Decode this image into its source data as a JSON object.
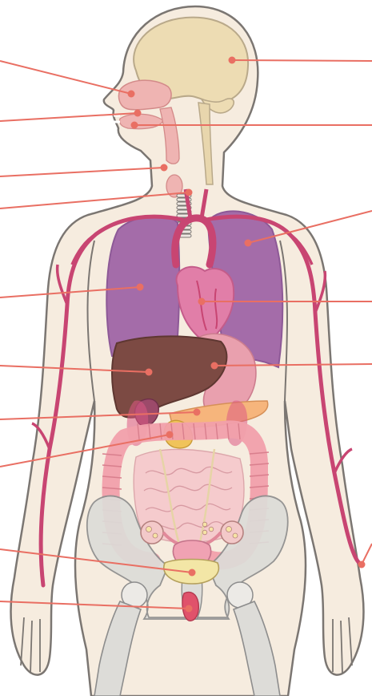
{
  "diagram": {
    "colors": {
      "background": "#ffffff",
      "skin": "#f6ecdf",
      "outline": "#7b7672",
      "leader_line": "#e96f63",
      "leader_dot": "#e96f63",
      "brain": "#eddcb3",
      "nasal_oral": "#efb4b2",
      "spinal_cord": "#e8d6ad",
      "trachea": "#eee8e2",
      "lungs": "#a46ca9",
      "lungs_shadow": "#8d5997",
      "heart": "#e17ea8",
      "vessels": "#c84572",
      "liver": "#7c4a43",
      "stomach": "#e9a0ae",
      "pancreas": "#f6b57c",
      "gallbladder": "#f0c35a",
      "intestines": "#f1a0ab",
      "small_intestine": "#f5c8cc",
      "kidneys": "#dc5a84",
      "bone": "#dddcd8",
      "bone_outline": "#8d8d8d",
      "uterus": "#f0a2b3",
      "bladder": "#f3e6a6",
      "rectum": "#e0526b"
    },
    "leaders": [
      {
        "id": "nasal-cavity",
        "side": "left"
      },
      {
        "id": "oral-cavity",
        "side": "left"
      },
      {
        "id": "pharynx",
        "side": "left"
      },
      {
        "id": "thyroid",
        "side": "left"
      },
      {
        "id": "right-lung",
        "side": "left"
      },
      {
        "id": "liver",
        "side": "left"
      },
      {
        "id": "gallbladder-kidney",
        "side": "left"
      },
      {
        "id": "pancreas-duodenum",
        "side": "left"
      },
      {
        "id": "bladder",
        "side": "left"
      },
      {
        "id": "rectum",
        "side": "left"
      },
      {
        "id": "brain",
        "side": "right"
      },
      {
        "id": "tongue",
        "side": "right"
      },
      {
        "id": "left-lung",
        "side": "right"
      },
      {
        "id": "heart",
        "side": "right"
      },
      {
        "id": "stomach",
        "side": "right"
      },
      {
        "id": "artery",
        "side": "right"
      }
    ]
  }
}
